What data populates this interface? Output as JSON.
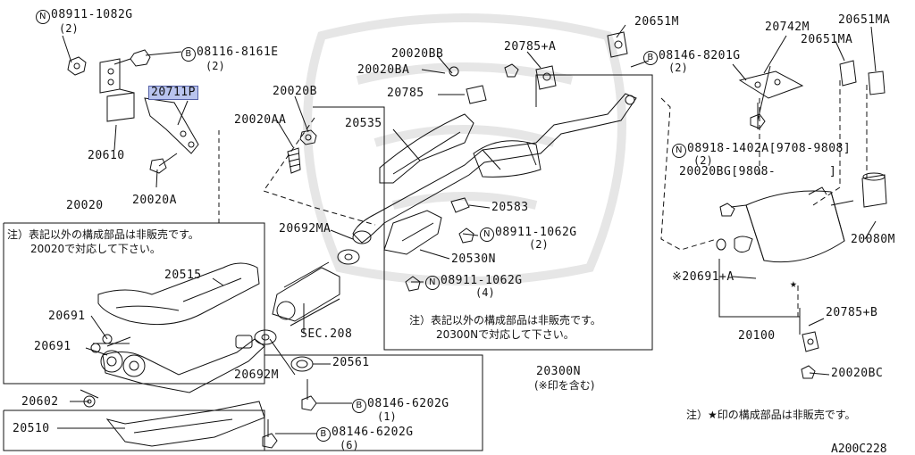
{
  "colors": {
    "line": "#111111",
    "highlight": "#b9c4ee",
    "watermark": "#e6e6e6"
  },
  "labels": {
    "p1": {
      "prefix": "N",
      "num": "08911-1082G",
      "qty": "(2)"
    },
    "p2": {
      "prefix": "B",
      "num": "08116-8161E",
      "qty": "(2)"
    },
    "p20711p": "20711P",
    "p20610": "20610",
    "p20020a": "20020A",
    "p20020b": "20020B",
    "p20020aa": "20020AA",
    "p20020": "20020",
    "p20515": "20515",
    "p20691a": "20691",
    "p20691b": "20691",
    "p20602": "20602",
    "p20510": "20510",
    "p20692ma": "20692MA",
    "p20692m": "20692M",
    "p20561": "20561",
    "psec208": "SEC.208",
    "p3": {
      "prefix": "B",
      "num": "08146-6202G",
      "qty": "(1)"
    },
    "p4": {
      "prefix": "B",
      "num": "08146-6202G",
      "qty": "(6)"
    },
    "p20020bb": "20020BB",
    "p20020ba": "20020BA",
    "p20785": "20785",
    "p20785a": "20785+A",
    "p20535": "20535",
    "p20583": "20583",
    "p5": {
      "prefix": "N",
      "num": "08911-1062G",
      "qty": "(2)"
    },
    "p20530n": "20530N",
    "p6": {
      "prefix": "N",
      "num": "08911-1062G",
      "qty": "(4)"
    },
    "p20651m": "20651M",
    "p7": {
      "prefix": "B",
      "num": "08146-8201G",
      "qty": "(2)"
    },
    "p20742m": "20742M",
    "p20651ma": "20651MA",
    "p20651ma2": "20651MA",
    "p8": {
      "prefix": "N",
      "num": "08918-1402A[9708-9808]",
      "qty": "(2)"
    },
    "p20020bg": "20020BG[9808-",
    "p20020bg_end": "]",
    "p20080m": "20080M",
    "p20691a2": "※20691+A",
    "p20100": "20100",
    "p20785b": "20785+B",
    "p20020bc": "20020BC",
    "p20300n": "20300N",
    "p20300n_sub": "(※印を含む)",
    "star_mark": "★"
  },
  "notes": {
    "left_line1": "注）表記以外の構成部品は非販売です。",
    "left_line2": "20020で対応して下さい。",
    "mid_line1": "注）表記以外の構成部品は非販売です。",
    "mid_line2": "20300Nで対応して下さい。",
    "right": "注）★印の構成部品は非販売です。"
  },
  "ref_code": "A200C228"
}
